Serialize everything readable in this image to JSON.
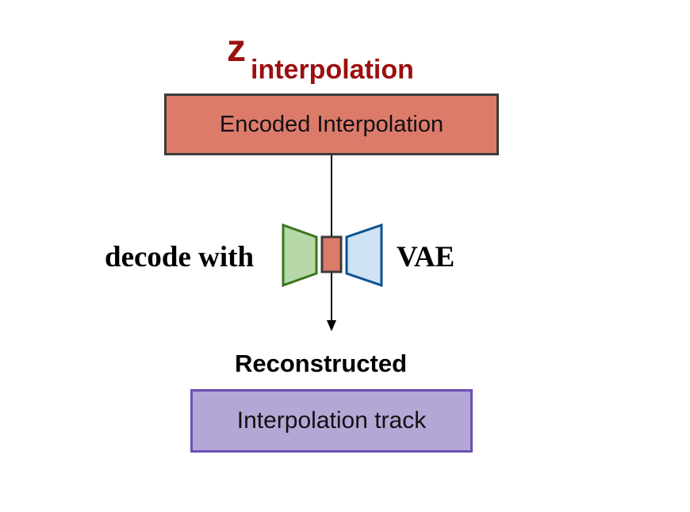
{
  "latent_label": {
    "main": "z",
    "subscript": "interpolation"
  },
  "encoded_box": {
    "label": "Encoded Interpolation"
  },
  "decode_caption": {
    "left": "decode with",
    "right": "VAE"
  },
  "output": {
    "caption": "Reconstructed",
    "box_label": "Interpolation track"
  },
  "colors": {
    "latent_label": "#9c0f0f",
    "encoded_fill": "#dd7b6b",
    "encoder_fill": "#b6d7a8",
    "encoder_stroke": "#38761d",
    "decoder_fill": "#cfe2f3",
    "decoder_stroke": "#0b5394",
    "output_fill": "#b4a7d6",
    "output_stroke": "#6d4fb5"
  }
}
